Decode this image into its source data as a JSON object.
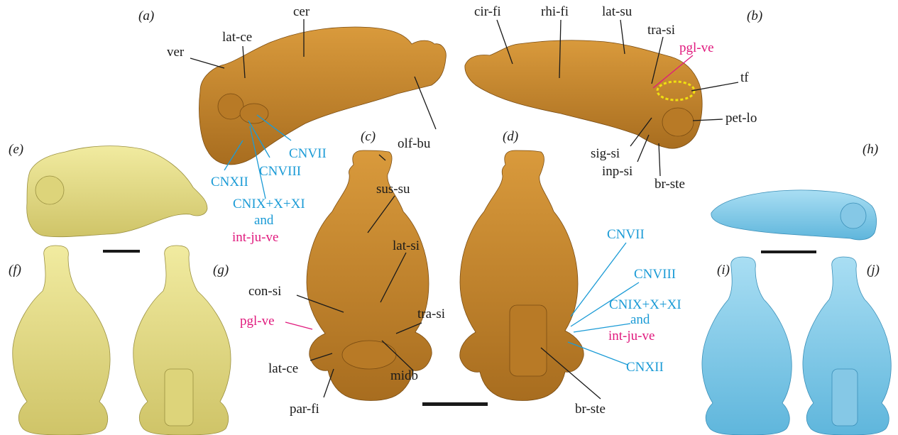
{
  "panels": {
    "a": "(a)",
    "b": "(b)",
    "c": "(c)",
    "d": "(d)",
    "e": "(e)",
    "f": "(f)",
    "g": "(g)",
    "h": "(h)",
    "i": "(i)",
    "j": "(j)"
  },
  "labels": {
    "cer": "cer",
    "lat_ce": "lat-ce",
    "ver": "ver",
    "olf_bu": "olf-bu",
    "cnvii": "CNVII",
    "cnviii": "CNVIII",
    "cnxii": "CNXII",
    "cnix": "CNIX+X+XI",
    "and": "and",
    "int_ju_ve": "int-ju-ve",
    "cir_fi": "cir-fi",
    "rhi_fi": "rhi-fi",
    "lat_su": "lat-su",
    "tra_si": "tra-si",
    "pgl_ve": "pgl-ve",
    "tf": "tf",
    "pet_lo": "pet-lo",
    "sig_si": "sig-si",
    "inp_si": "inp-si",
    "br_ste": "br-ste",
    "sus_su": "sus-su",
    "lat_si": "lat-si",
    "con_si": "con-si",
    "midb": "midb",
    "par_fi": "par-fi"
  },
  "colors": {
    "orange": "#c98a2e",
    "yellow": "#e8e08a",
    "blue": "#8fd0ec",
    "cyan_text": "#1b9bd6",
    "magenta_text": "#e0197d",
    "dotted": "#f0e010"
  }
}
